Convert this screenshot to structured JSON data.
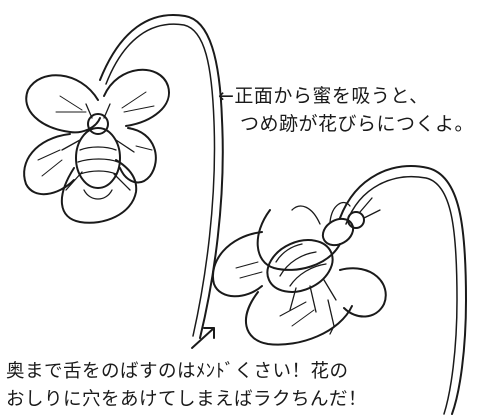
{
  "annotations": {
    "front_note": {
      "line1": "←正面から蜜を吸うと、",
      "line2": "つめ跡が花びらにつくよ。"
    },
    "back_note": {
      "line1": "奥まで舌をのばすのはﾒﾝﾄﾞくさい！花の",
      "line2": "おしりに穴をあけてしまえばラクちんだ！"
    }
  },
  "colors": {
    "ink": "#1a1a1a",
    "paper": "#ffffff"
  },
  "figures": [
    "violet-flower-front-bee",
    "violet-flower-back-bee"
  ]
}
